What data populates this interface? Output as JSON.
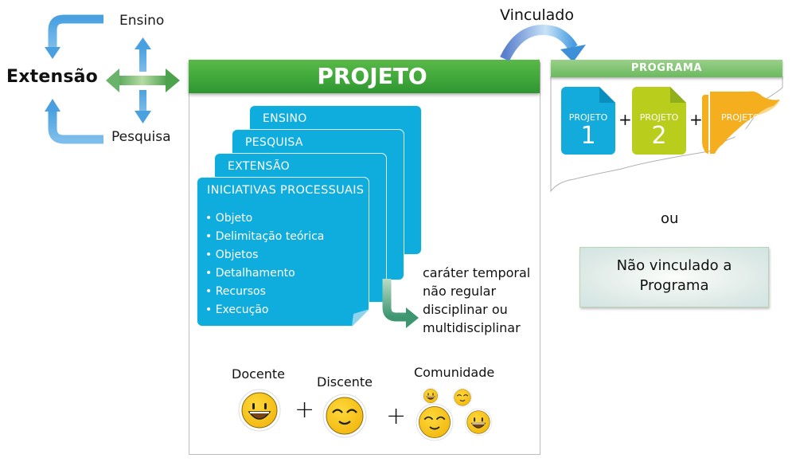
{
  "left": {
    "center_label": "Extensão",
    "top_label": "Ensino",
    "bottom_label": "Pesquisa"
  },
  "projeto": {
    "title": "PROJETO",
    "cards": [
      {
        "label": "ENSINO"
      },
      {
        "label": "PESQUISA"
      },
      {
        "label": "EXTENSÃO"
      }
    ],
    "main_card": {
      "title": "INICIATIVAS PROCESSUAIS",
      "items": [
        "• Objeto",
        "• Delimitação teórica",
        "• Objetos",
        "• Detalhamento",
        "• Recursos",
        "• Execução"
      ]
    },
    "note_lines": [
      "caráter temporal",
      "não regular",
      "disciplinar ou",
      "multidisciplinar"
    ],
    "participants": {
      "docente": "Docente",
      "discente": "Discente",
      "comunidade": "Comunidade",
      "plus": "+"
    }
  },
  "linked": {
    "label": "Vinculado",
    "programa_title": "PROGRAMA",
    "projects": [
      {
        "label": "PROJETO",
        "number": "1",
        "color": "#12abdb"
      },
      {
        "label": "PROJETO",
        "number": "2",
        "color": "#b9cd1c"
      },
      {
        "label": "PROJETO",
        "number": "",
        "color": "#f5ae1d"
      }
    ],
    "plus": "+"
  },
  "or_label": "ou",
  "not_linked": {
    "line1": "Não vinculado a",
    "line2": "Programa"
  },
  "colors": {
    "green_header": "#3ea63a",
    "card_blue": "#0fadde",
    "arrow_blue": "#4fa7e3",
    "arrow_green": "#6db86a"
  }
}
